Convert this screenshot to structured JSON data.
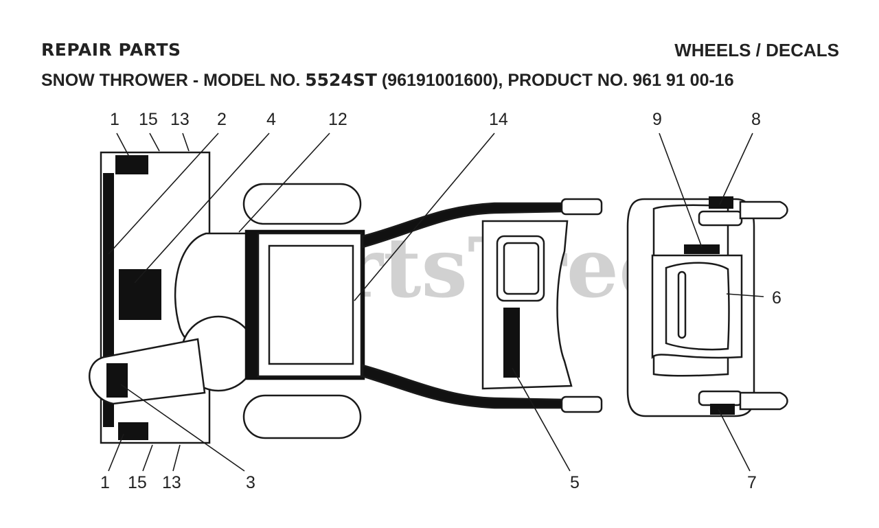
{
  "header": {
    "left_title": "REPAIR PARTS",
    "right_title": "WHEELS / DECALS",
    "subtitle_prefix": "SNOW THROWER - MODEL NO. ",
    "model": "5524ST",
    "subtitle_suffix": " (96191001600), PRODUCT NO. 961 91 00-16"
  },
  "watermark": "PartsTree",
  "callouts": {
    "c1_top": "1",
    "c15_top": "15",
    "c13_top": "13",
    "c2": "2",
    "c4": "4",
    "c12": "12",
    "c14": "14",
    "c9": "9",
    "c8": "8",
    "c6": "6",
    "c1_bottom": "1",
    "c15_bottom": "15",
    "c13_bottom": "13",
    "c3": "3",
    "c5": "5",
    "c7": "7"
  }
}
